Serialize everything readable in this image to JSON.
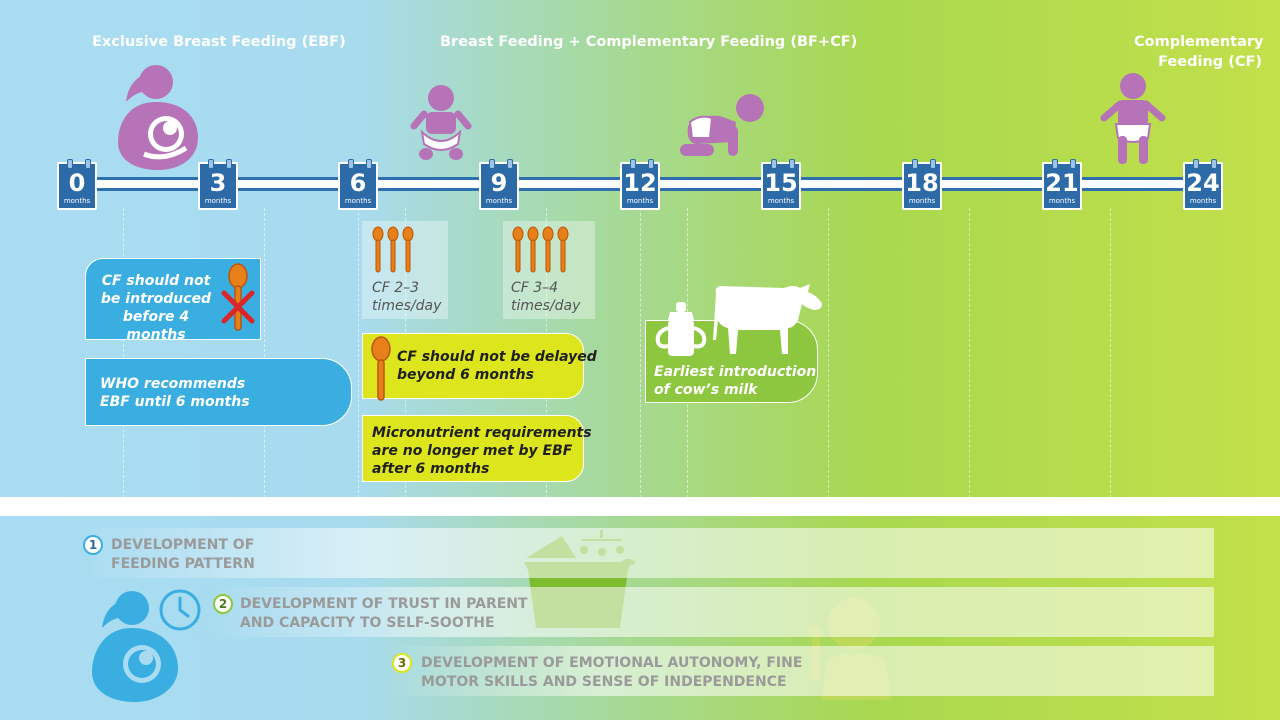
{
  "phases": {
    "ebf": "Exclusive Breast Feeding (EBF)",
    "bfcf": "Breast Feeding + Complementary Feeding (BF+CF)",
    "cf_line1": "Complementary",
    "cf_line2": "Feeding (CF)"
  },
  "timeline": {
    "unit": "months",
    "marks": [
      "0",
      "3",
      "6",
      "9",
      "12",
      "15",
      "18",
      "21",
      "24"
    ]
  },
  "boxes": {
    "cf_not_introduced": [
      "CF should not",
      "be introduced",
      "before 4 months"
    ],
    "who": [
      "WHO recommends",
      "EBF until 6 months"
    ],
    "not_delayed": [
      "CF should not be delayed",
      "beyond 6 months"
    ],
    "micronutrient": [
      "Micronutrient requirements",
      "are no longer met by EBF",
      "after 6 months"
    ],
    "cf_2_3": [
      "CF 2–3",
      "times/day"
    ],
    "cf_3_4": [
      "CF 3–4",
      "times/day"
    ],
    "cows_milk": [
      "Earliest introduction",
      "of cow’s milk"
    ]
  },
  "development": [
    {
      "num": "1",
      "lines": [
        "DEVELOPMENT OF",
        "FEEDING PATTERN"
      ]
    },
    {
      "num": "2",
      "lines": [
        "DEVELOPMENT OF TRUST IN PARENT",
        "AND CAPACITY TO SELF-SOOTHE"
      ]
    },
    {
      "num": "3",
      "lines": [
        "DEVELOPMENT OF EMOTIONAL AUTONOMY, FINE",
        "MOTOR SKILLS AND SENSE OF INDEPENDENCE"
      ]
    }
  ],
  "colors": {
    "calendar_blue": "#2c6aa8",
    "box_blue": "#3aaee0",
    "box_yellow": "#dde61c",
    "box_green": "#8dc63f",
    "figure_purple": "#b673b8",
    "spoon_orange": "#e8801a",
    "dev_1": "#3aaee0",
    "dev_2": "#8dc63f",
    "dev_3": "#dde61c"
  },
  "icons": [
    "breastfeeding-mother-icon",
    "baby-sitting-icon",
    "baby-crawling-icon",
    "toddler-standing-icon",
    "spoon-icon",
    "cross-mark-icon",
    "sippy-cup-icon",
    "cow-icon",
    "cradle-mobile-icon",
    "child-with-spoon-icon",
    "clock-icon"
  ]
}
